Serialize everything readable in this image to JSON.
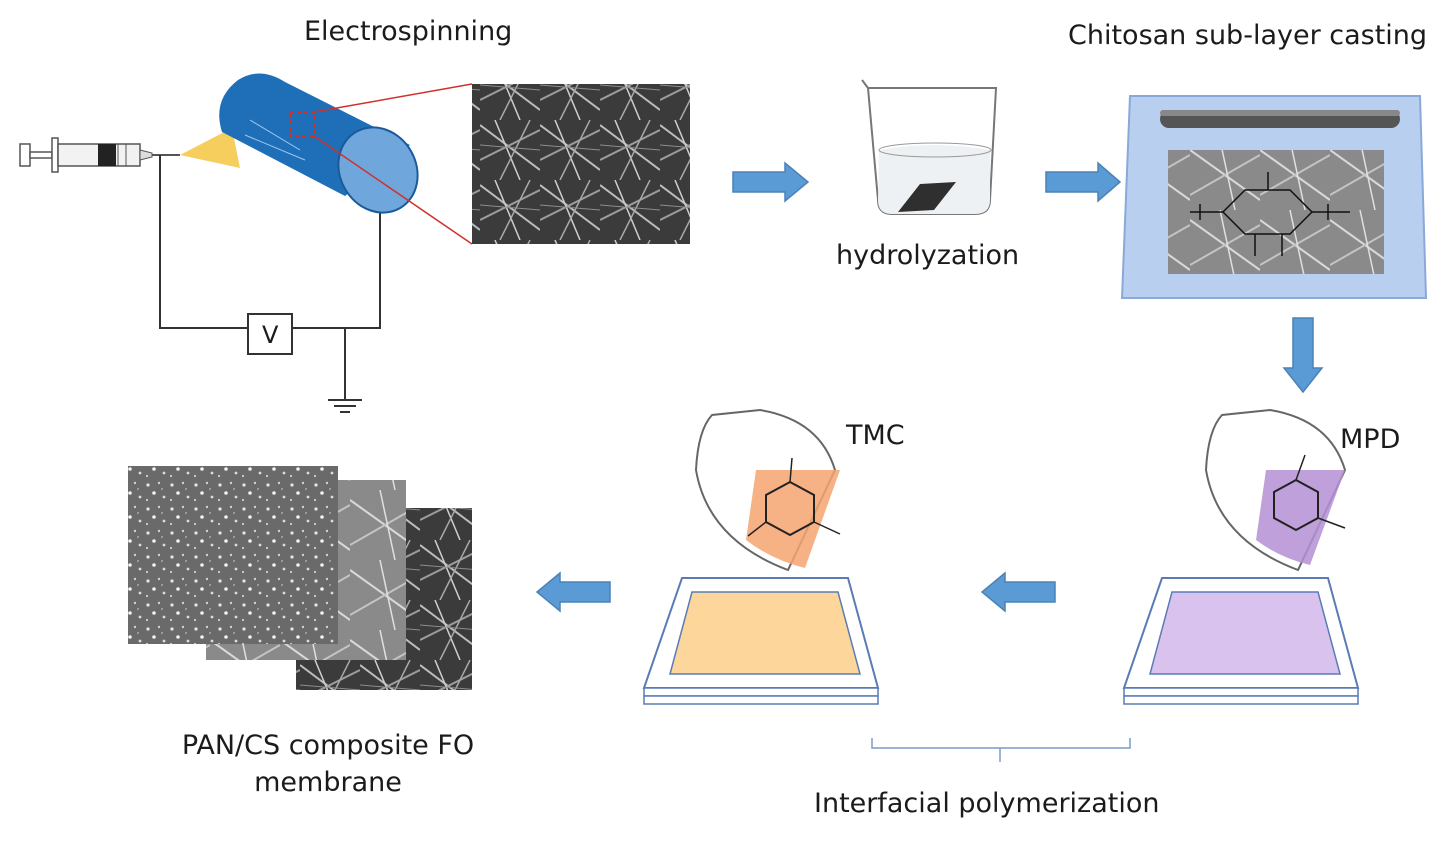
{
  "labels": {
    "electrospinning": "Electrospinning",
    "chitosan_casting": "Chitosan sub-layer casting",
    "hydrolyzation": "hydrolyzation",
    "voltage": "V",
    "tmc": "TMC",
    "mpd": "MPD",
    "membrane_line1": "PAN/CS composite FO",
    "membrane_line2": "membrane",
    "interfacial": "Interfacial polymerization"
  },
  "colors": {
    "arrow": "#5b9bd5",
    "arrow_stroke": "#4a82b5",
    "collector": "#1f6fb8",
    "collector_end": "#6fa6dc",
    "sem_dark": "#3a3a3a",
    "casting_plate": "#b9cff0",
    "tmc_fill": "#f4a36f",
    "tmc_tray": "#fcd69a",
    "mpd_fill": "#b48fd3",
    "mpd_tray": "#d9c3ee",
    "magnifier_line": "#d0312d"
  },
  "icons": [
    "syringe-icon",
    "beaker-icon",
    "ground-icon",
    "voltage-source-icon"
  ]
}
